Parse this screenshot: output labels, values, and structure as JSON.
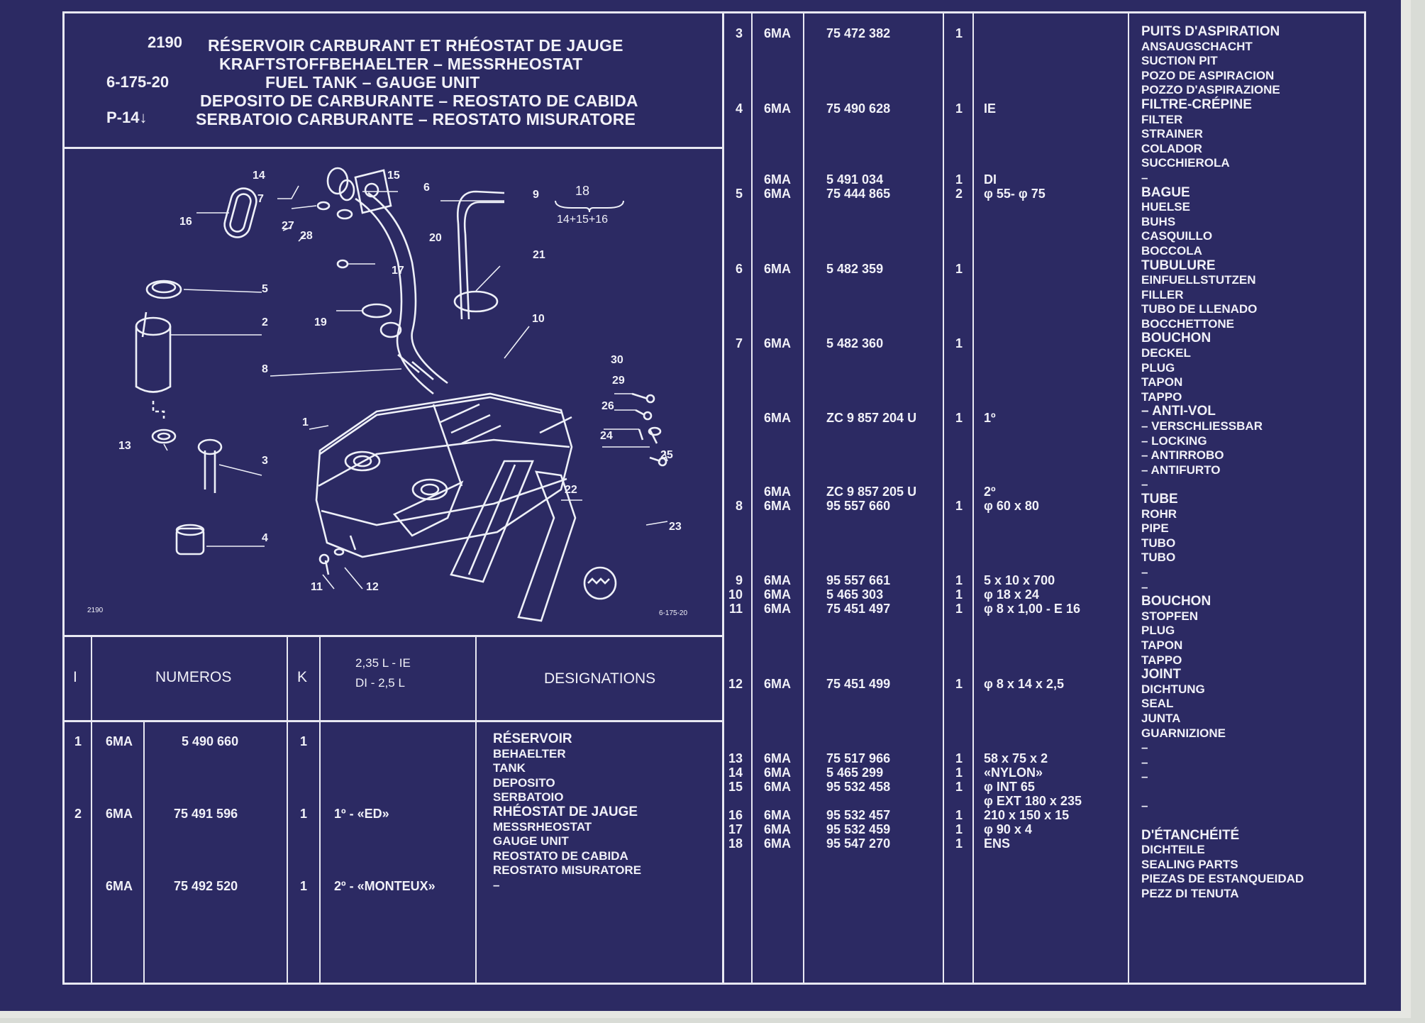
{
  "header": {
    "code_ref": "2190",
    "code_1": "6-175-20",
    "code_2": "P-14↓",
    "titles": [
      "RÉSERVOIR CARBURANT ET RHÉOSTAT DE JAUGE",
      "KRAFTSTOFFBEHAELTER – MESSRHEOSTAT",
      "FUEL TANK – GAUGE UNIT",
      "DEPOSITO DE CARBURANTE – REOSTATO DE CABIDA",
      "SERBATOIO CARBURANTE – REOSTATO MISURATORE"
    ]
  },
  "diagram": {
    "ref_left": "2190",
    "ref_right": "6-175-20",
    "group_label": "18",
    "group_sum": "14+15+16",
    "callouts": [
      "14",
      "15",
      "7",
      "6",
      "9",
      "16",
      "27",
      "28",
      "20",
      "17",
      "21",
      "5",
      "2",
      "19",
      "10",
      "8",
      "30",
      "29",
      "26",
      "1",
      "24",
      "13",
      "25",
      "3",
      "22",
      "4",
      "23",
      "11",
      "12"
    ]
  },
  "table_header": {
    "col_i": "I",
    "col_numeros": "NUMEROS",
    "col_k": "K",
    "col_variant_1": "2,35 L - IE",
    "col_variant_2": "DI - 2,5 L",
    "col_designations": "DESIGNATIONS"
  },
  "left_rows": [
    {
      "i": "1",
      "prefix": "6MA",
      "num": "5 490 660",
      "k": "1",
      "variant": ""
    },
    {
      "i": "2",
      "prefix": "6MA",
      "num": "75 491 596",
      "k": "1",
      "variant": "1º - «ED»"
    },
    {
      "i": "",
      "prefix": "6MA",
      "num": "75 492 520",
      "k": "1",
      "variant": "2º - «MONTEUX»"
    }
  ],
  "left_designations": [
    "RÉSERVOIR",
    "BEHAELTER",
    "TANK",
    "DEPOSITO",
    "SERBATOIO",
    "RHÉOSTAT DE JAUGE",
    "MESSRHEOSTAT",
    "GAUGE UNIT",
    "REOSTATO DE CABIDA",
    "REOSTATO MISURATORE",
    "–"
  ],
  "right_rows": [
    {
      "i": "3",
      "prefix": "6MA",
      "num": "75 472 382",
      "k": "1",
      "variant": ""
    },
    {
      "i": "4",
      "prefix": "6MA",
      "num": "75 490 628",
      "k": "1",
      "variant": "IE"
    },
    {
      "i": "",
      "prefix": "6MA",
      "num": "5 491 034",
      "k": "1",
      "variant": "DI"
    },
    {
      "i": "5",
      "prefix": "6MA",
      "num": "75 444 865",
      "k": "2",
      "variant": "φ 55- φ 75"
    },
    {
      "i": "6",
      "prefix": "6MA",
      "num": "5 482 359",
      "k": "1",
      "variant": ""
    },
    {
      "i": "7",
      "prefix": "6MA",
      "num": "5 482 360",
      "k": "1",
      "variant": ""
    },
    {
      "i": "",
      "prefix": "6MA",
      "num": "ZC 9 857 204 U",
      "k": "1",
      "variant": "1º"
    },
    {
      "i": "",
      "prefix": "6MA",
      "num": "ZC 9 857 205 U",
      "k": "",
      "variant": "2º"
    },
    {
      "i": "8",
      "prefix": "6MA",
      "num": "95 557 660",
      "k": "1",
      "variant": "φ 60 x 80"
    },
    {
      "i": "9",
      "prefix": "6MA",
      "num": "95 557 661",
      "k": "1",
      "variant": "5 x 10 x 700"
    },
    {
      "i": "10",
      "prefix": "6MA",
      "num": "5 465 303",
      "k": "1",
      "variant": "φ 18 x 24"
    },
    {
      "i": "11",
      "prefix": "6MA",
      "num": "75 451 497",
      "k": "1",
      "variant": "φ 8 x 1,00 - E 16"
    },
    {
      "i": "12",
      "prefix": "6MA",
      "num": "75 451 499",
      "k": "1",
      "variant": "φ 8 x 14 x 2,5"
    },
    {
      "i": "13",
      "prefix": "6MA",
      "num": "75 517 966",
      "k": "1",
      "variant": "58 x 75 x 2"
    },
    {
      "i": "14",
      "prefix": "6MA",
      "num": "5 465 299",
      "k": "1",
      "variant": "«NYLON»"
    },
    {
      "i": "15",
      "prefix": "6MA",
      "num": "95 532 458",
      "k": "1",
      "variant": "φ INT 65"
    },
    {
      "i": "",
      "prefix": "",
      "num": "",
      "k": "",
      "variant": "φ EXT 180 x 235"
    },
    {
      "i": "16",
      "prefix": "6MA",
      "num": "95 532 457",
      "k": "1",
      "variant": "210 x 150 x 15"
    },
    {
      "i": "17",
      "prefix": "6MA",
      "num": "95 532 459",
      "k": "1",
      "variant": "φ 90 x 4"
    },
    {
      "i": "18",
      "prefix": "6MA",
      "num": "95 547 270",
      "k": "1",
      "variant": "ENS"
    }
  ],
  "right_designations": [
    "PUITS D'ASPIRATION",
    "ANSAUGSCHACHT",
    "SUCTION PIT",
    "POZO DE ASPIRACION",
    "POZZO D'ASPIRAZIONE",
    "FILTRE-CRÉPINE",
    "FILTER",
    "STRAINER",
    "COLADOR",
    "SUCCHIEROLA",
    "–",
    "BAGUE",
    "HUELSE",
    "BUHS",
    "CASQUILLO",
    "BOCCOLA",
    "TUBULURE",
    "EINFUELLSTUTZEN",
    "FILLER",
    "TUBO DE LLENADO",
    "BOCCHETTONE",
    "BOUCHON",
    "DECKEL",
    "PLUG",
    "TAPON",
    "TAPPO",
    "– ANTI-VOL",
    "– VERSCHLIESSBAR",
    "– LOCKING",
    "– ANTIRROBO",
    "– ANTIFURTO",
    "–",
    "TUBE",
    "ROHR",
    "PIPE",
    "TUBO",
    "TUBO",
    "–",
    "–",
    "BOUCHON",
    "STOPFEN",
    "PLUG",
    "TAPON",
    "TAPPO",
    "JOINT",
    "DICHTUNG",
    "SEAL",
    "JUNTA",
    "GUARNIZIONE",
    "–",
    "–",
    "–",
    "",
    "–",
    "",
    "D'ÉTANCHÉITÉ",
    "DICHTEILE",
    "SEALING PARTS",
    "PIEZAS DE ESTANQUEIDAD",
    "PEZZ DI TENUTA"
  ]
}
